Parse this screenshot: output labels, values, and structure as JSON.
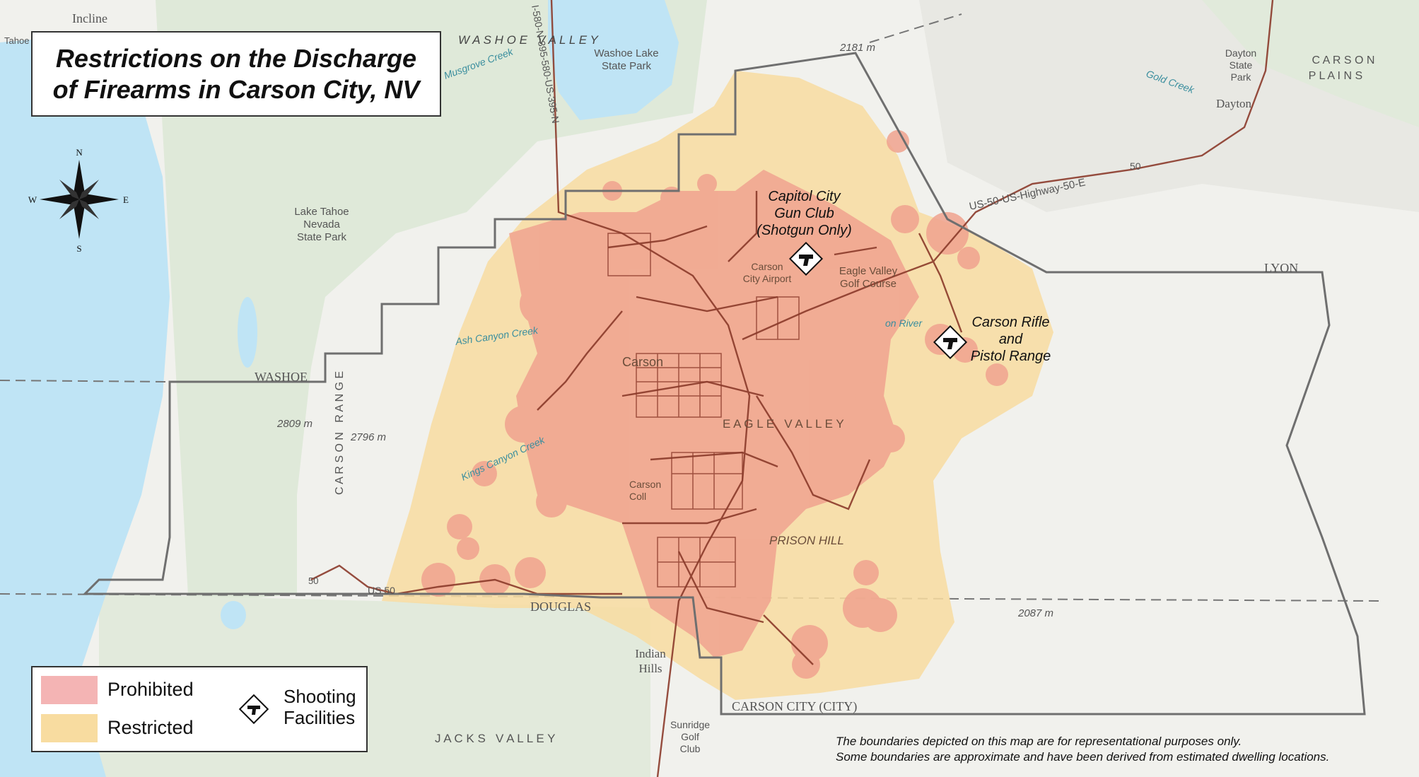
{
  "title": "Restrictions on the Discharge\nof Firearms in Carson City, NV",
  "legend": {
    "prohibited_label": "Prohibited",
    "restricted_label": "Restricted",
    "facilities_label": "Shooting\nFacilities"
  },
  "colors": {
    "prohibited": "#f4b4b4",
    "restricted": "#f8dca0",
    "roads": "#8b3a2a",
    "water": "#bfe4f5",
    "terrain": "#dfe9d9",
    "boundary": "#777777"
  },
  "facilities": [
    {
      "name": "Capitol City\nGun Club\n(Shotgun Only)",
      "icon": "pistol-icon"
    },
    {
      "name": "Carson Rifle\nand\nPistol Range",
      "icon": "pistol-icon"
    }
  ],
  "map_labels": {
    "incline": "Incline",
    "washoe_valley": "W A S H O E   V A L L E Y",
    "washoe_lake": "Washoe Lake\nState Park",
    "lake_tahoe_park": "Lake Tahoe\nNevada\nState Park",
    "washoe": "WASHOE",
    "carson_range": "C A R S O N   R A N G E",
    "musgrove": "Musgrove Creek",
    "ash_canyon": "Ash Canyon Creek",
    "kings_canyon": "Kings Canyon Creek",
    "elev_2181": "2181 m",
    "elev_2809": "2809 m",
    "elev_2796": "2796 m",
    "elev_2087": "2087 m",
    "us50": "US-50-US-Highway-50-E",
    "us50_num": "50",
    "i580": "I-580-N-395-580-US-395-N",
    "dayton_park": "Dayton\nState\nPark",
    "dayton": "Dayton",
    "carson_plains": "C A R S O N\nP L A I N S",
    "gold_creek": "Gold Creek",
    "lyon": "LYON",
    "douglas": "DOUGLAS",
    "indian_hills": "Indian\nHills",
    "jacks_valley": "J A C K S   V A L L E Y",
    "sunridge": "Sunridge\nGolf\nClub",
    "carson_city_city": "CARSON CITY (CITY)",
    "prison_hill": "PRISON HILL",
    "carson_airport": "Carson\nCity Airport",
    "eagle_valley_golf": "Eagle Valley\nGolf Course",
    "eagle_valley": "E A G L E   V A L L E Y",
    "carson_fragment": "Carson",
    "college_fragment": "Carson\nColl",
    "river_fragment": "on River",
    "us50_west": "US 50",
    "us50_west_num": "50",
    "tahoe_fragment": "Tahoe",
    "compass_n": "N",
    "compass_s": "S",
    "compass_e": "E",
    "compass_w": "W"
  },
  "note": "The boundaries depicted on this map are for representational purposes only.\nSome boundaries are approximate and have been derived from estimated dwelling locations."
}
